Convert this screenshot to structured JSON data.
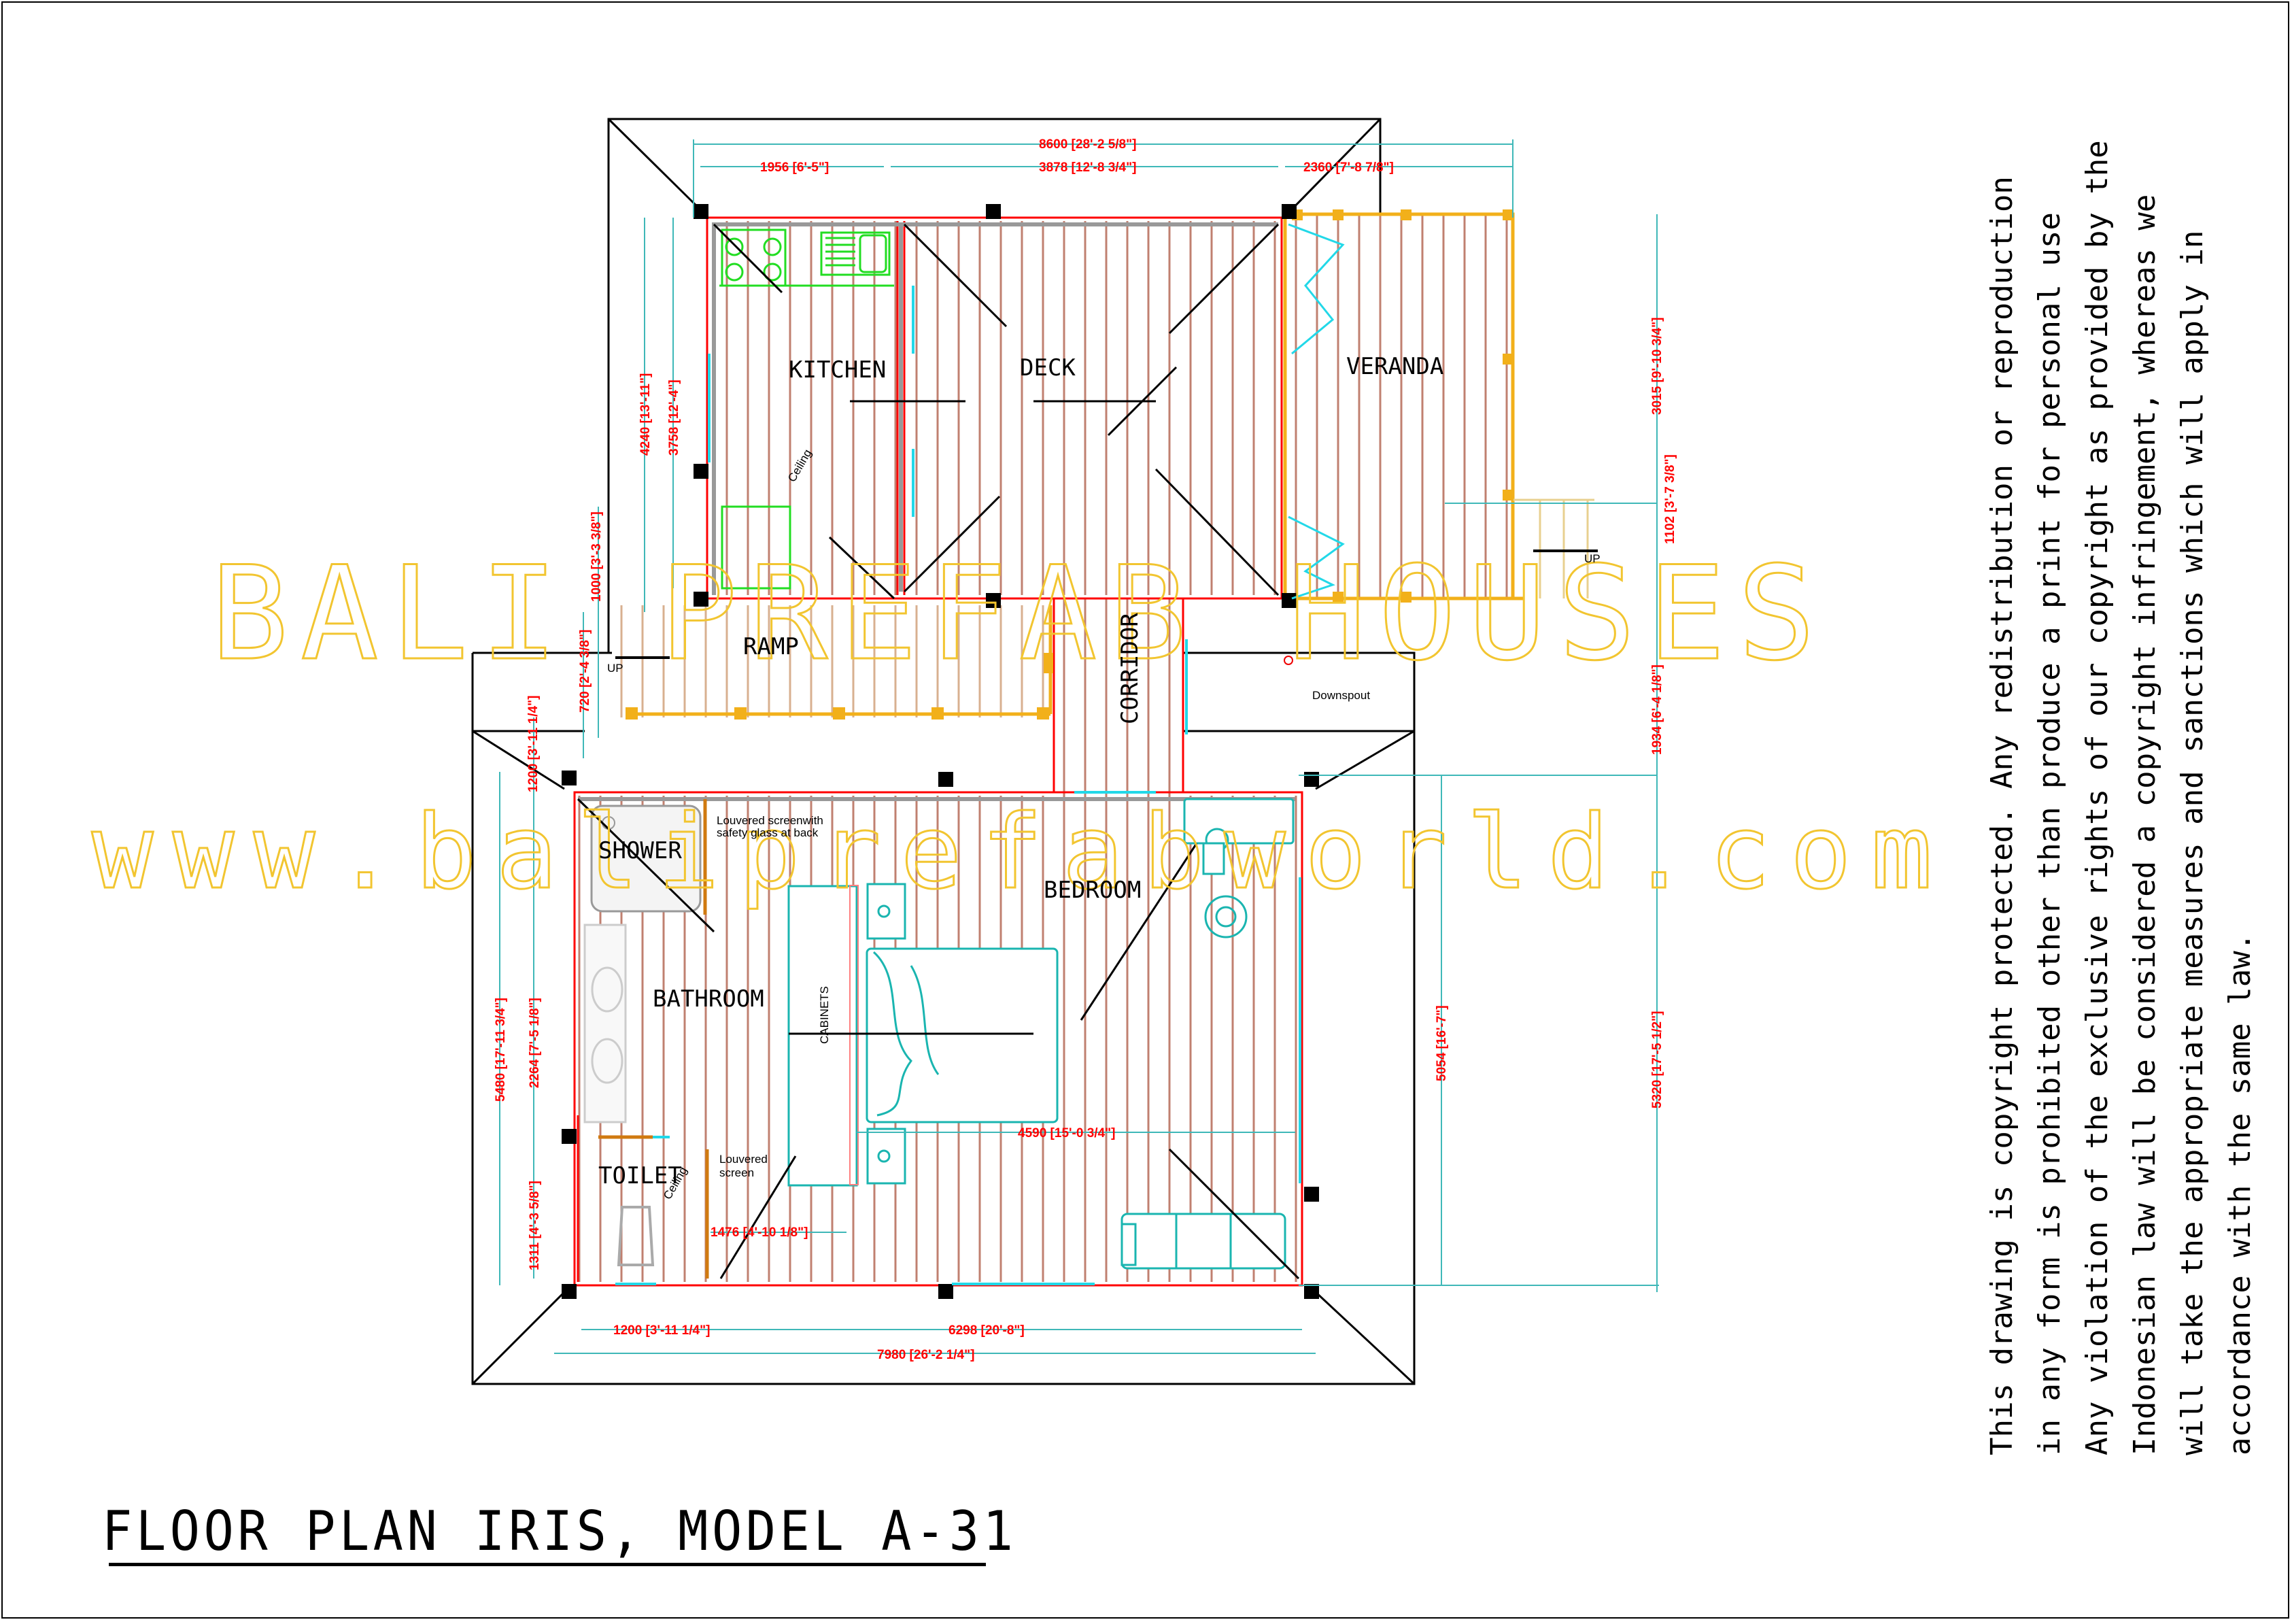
{
  "drawing": {
    "title": "FLOOR PLAN IRIS, MODEL A-31",
    "watermark": {
      "line1": "BALI PREFAB HOUSES",
      "line2": "www.baliprefabworld.com",
      "color": "#f2c530"
    },
    "colors": {
      "dimension_text": "#ff0000",
      "dimension_lines": "#3fb8b8",
      "walls": "#ff0000",
      "floor_boards": "#c08070",
      "furniture": "#1ab5b0",
      "kitchen_fixtures": "#22dd22",
      "posts": "#000000"
    }
  },
  "rooms": {
    "kitchen": "KITCHEN",
    "deck": "DECK",
    "veranda": "VERANDA",
    "ramp": "RAMP",
    "corridor": "CORRIDOR",
    "shower": "SHOWER",
    "bathroom": "BATHROOM",
    "bedroom": "BEDROOM",
    "toilet": "TOILET",
    "cabinets": "CABINETS"
  },
  "notes": {
    "louvered_screen_glass_1": "Louvered screenwith",
    "louvered_screen_glass_2": "safety glass at back",
    "louvered_screen_1": "Louvered",
    "louvered_screen_2": "screen",
    "downspout": "Downspout",
    "ceiling_kitchen": "Ceiling",
    "ceiling_toilet": "Ceiling",
    "up_ramp": "UP",
    "up_veranda": "UP"
  },
  "dimensions": {
    "top": [
      {
        "label": "8600 [28'-2 5/8\"]"
      },
      {
        "label": "1956 [6'-5\"]"
      },
      {
        "label": "3878 [12'-8 3/4\"]"
      },
      {
        "label": "2360 [7'-8 7/8\"]"
      }
    ],
    "left": [
      {
        "label": "4240 [13'-11\"]"
      },
      {
        "label": "3758 [12'-4\"]"
      },
      {
        "label": "1000 [3'-3 3/8\"]"
      },
      {
        "label": "720 [2'-4 3/8\"]"
      },
      {
        "label": "1200 [3'-11 1/4\"]"
      },
      {
        "label": "5480 [17'-11 3/4\"]"
      },
      {
        "label": "2264 [7'-5 1/8\"]"
      },
      {
        "label": "1311 [4'-3 5/8\"]"
      }
    ],
    "right": [
      {
        "label": "3015 [9'-10 3/4\"]"
      },
      {
        "label": "1102 [3'-7 3/8\"]"
      },
      {
        "label": "1934 [6'-4 1/8\"]"
      },
      {
        "label": "5320 [17'-5 1/2\"]"
      },
      {
        "label": "5054 [16'-7\"]"
      }
    ],
    "bottom": [
      {
        "label": "1200 [3'-11 1/4\"]"
      },
      {
        "label": "6298 [20'-8\"]"
      },
      {
        "label": "7980 [26'-2 1/4\"]"
      }
    ],
    "interior": [
      {
        "label": "4590 [15'-0 3/4\"]"
      },
      {
        "label": "1476 [4'-10 1/8\"]"
      }
    ]
  },
  "copyright": {
    "lines": [
      "This drawing is copyright protected. Any redistribution or reproduction",
      "in any form is prohibited other than produce a print for personal use",
      "Any violation of the exclusive rights of our copyright as provided by the",
      "Indonesian law will be considered a copyright infringement, whereas we",
      "will take the appropriate measures and sanctions which will apply in",
      "accordance with the same law."
    ]
  }
}
